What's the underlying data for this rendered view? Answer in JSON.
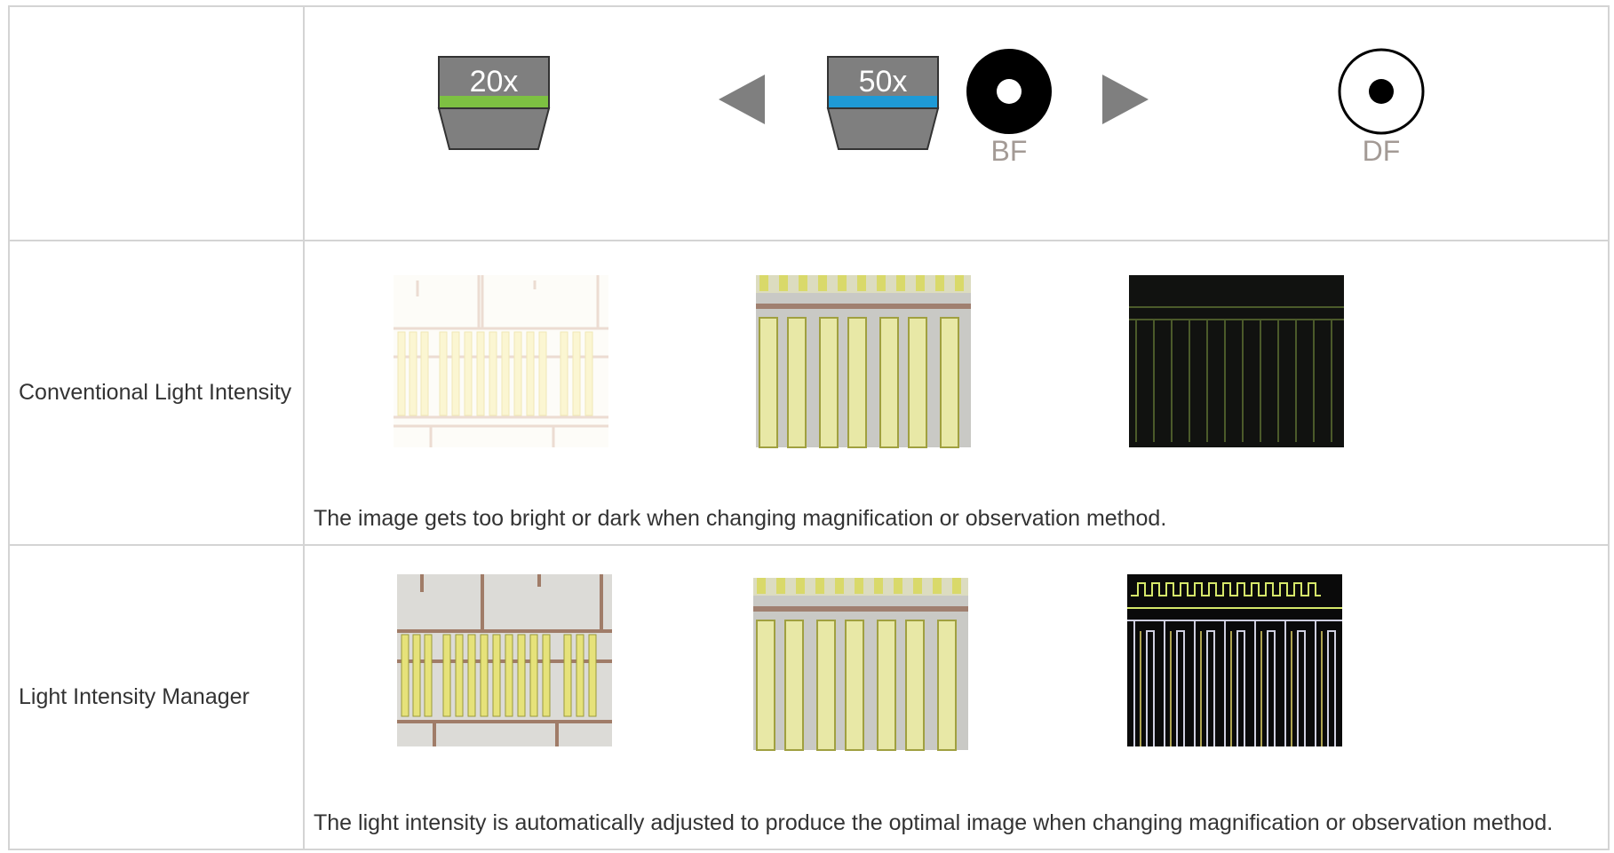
{
  "header": {
    "objectives": [
      {
        "label": "20x",
        "band_color": "#7dc142"
      },
      {
        "label": "50x",
        "band_color": "#1e9ad6"
      }
    ],
    "methods": [
      {
        "label": "BF"
      },
      {
        "label": "DF"
      }
    ],
    "arrows": [
      "arrow-left-icon",
      "arrow-right-icon"
    ]
  },
  "rows": [
    {
      "label": "Conventional Light Intensity",
      "caption": "The image gets too bright or dark when changing magnification or observation method."
    },
    {
      "label": "Light Intensity Manager",
      "caption": "The light intensity is automatically adjusted  to produce the optimal image  when changing magnification or observation method."
    }
  ],
  "colors": {
    "objective_body": "#7f7f7f",
    "arrow": "#7f7f7f",
    "method_text": "#a39a95",
    "border": "#d4d4d4"
  }
}
